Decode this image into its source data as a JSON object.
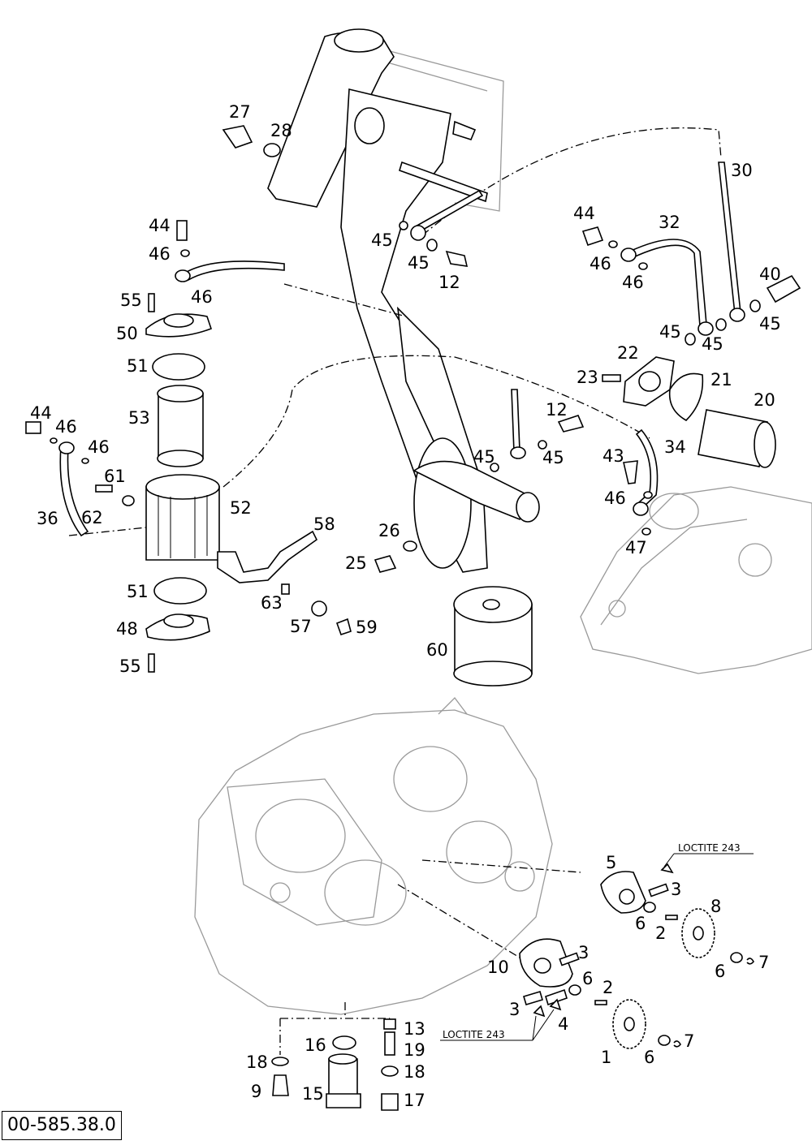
{
  "reference_number": "00-585.38.0",
  "notes": {
    "loctite_upper": "LOCTITE 243",
    "loctite_lower": "LOCTITE 243"
  },
  "part_labels": [
    "27",
    "28",
    "30",
    "44",
    "46",
    "45",
    "12",
    "32",
    "40",
    "55",
    "50",
    "51",
    "53",
    "22",
    "23",
    "21",
    "20",
    "34",
    "43",
    "47",
    "61",
    "62",
    "36",
    "52",
    "58",
    "26",
    "25",
    "63",
    "57",
    "59",
    "48",
    "60",
    "5",
    "3",
    "8",
    "6",
    "2",
    "7",
    "10",
    "4",
    "1",
    "13",
    "16",
    "19",
    "18",
    "9",
    "15",
    "17"
  ]
}
